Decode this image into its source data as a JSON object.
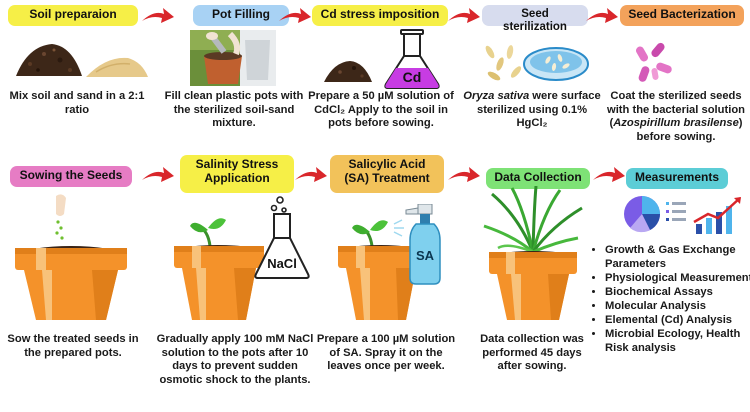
{
  "colors": {
    "label_yellow": "#f6ef47",
    "label_blue": "#a8d2f4",
    "label_lavender": "#d7dcee",
    "label_orange": "#f3a25b",
    "label_pink": "#e67cc4",
    "label_gold": "#f2c25a",
    "label_green": "#7ee276",
    "label_teal": "#5ccdd6",
    "arrow_red": "#d9262b",
    "pot_orange": "#f4922a",
    "soil_brown": "#4a2e1d"
  },
  "row1": [
    {
      "label": "Soil preparaion",
      "desc": "Mix soil and sand in a 2:1 ratio"
    },
    {
      "label": "Pot Filling",
      "desc": "Fill clean plastic pots with the sterilized soil-sand mixture."
    },
    {
      "label": "Cd stress imposition",
      "flask_text": "Cd",
      "desc": "Prepare a 50 µM solution of CdCl₂  Apply to the soil in pots before sowing."
    },
    {
      "label": "Seed sterilization",
      "desc_italic": "Oryza sativa",
      "desc": " were surface sterilized using 0.1% HgCl₂"
    },
    {
      "label": "Seed Bacterization",
      "desc_pre": "Coat the sterilized seeds with the bacterial solution (",
      "desc_italic": "Azospirillum brasilense",
      "desc_post": ") before sowing."
    }
  ],
  "row2": [
    {
      "label": "Sowing the Seeds",
      "desc": "Sow the treated seeds in the prepared pots."
    },
    {
      "label": "Salinity Stress Application",
      "flask_text": "NaCl",
      "desc": "Gradually apply 100 mM NaCl solution to the pots after 10 days to prevent sudden osmotic shock to the plants."
    },
    {
      "label": "Salicylic Acid (SA) Treatment",
      "bottle_text": "SA",
      "desc": "Prepare a 100 µM solution of SA. Spray it on the leaves once per week."
    },
    {
      "label": "Data Collection",
      "desc": "Data collection was performed 45 days after sowing."
    },
    {
      "label": "Measurements",
      "items": [
        "Growth & Gas Exchange Parameters",
        "Physiological Measurements",
        "Biochemical Assays",
        "Molecular Analysis",
        "Elemental (Cd) Analysis",
        "Microbial Ecology, Health Risk analysis"
      ]
    }
  ]
}
